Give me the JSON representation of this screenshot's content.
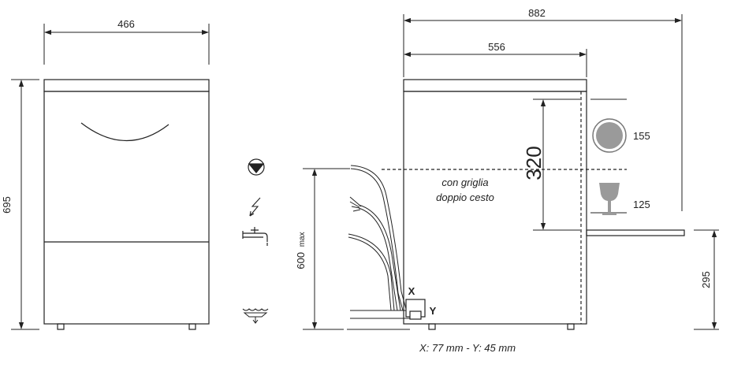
{
  "front_view": {
    "width_label": "466",
    "height_label": "695"
  },
  "side_view": {
    "total_depth_label": "882",
    "body_depth_label": "556",
    "connection_height_label": "600",
    "connection_height_suffix": "max",
    "inner_height_label": "320",
    "door_height_label": "295",
    "plate_size_label": "155",
    "glass_size_label": "125",
    "rack_note_line1": "con griglia",
    "rack_note_line2": "doppio cesto",
    "x_label": "X",
    "y_label": "Y",
    "xy_note": "X: 77 mm - Y: 45 mm"
  },
  "icons": [
    "drain-icon",
    "electric-icon",
    "water-tap-icon",
    "floor-drain-icon"
  ],
  "colors": {
    "line": "#222222",
    "plate_fill": "#9a9a9a",
    "glass_fill": "#9a9a9a"
  }
}
